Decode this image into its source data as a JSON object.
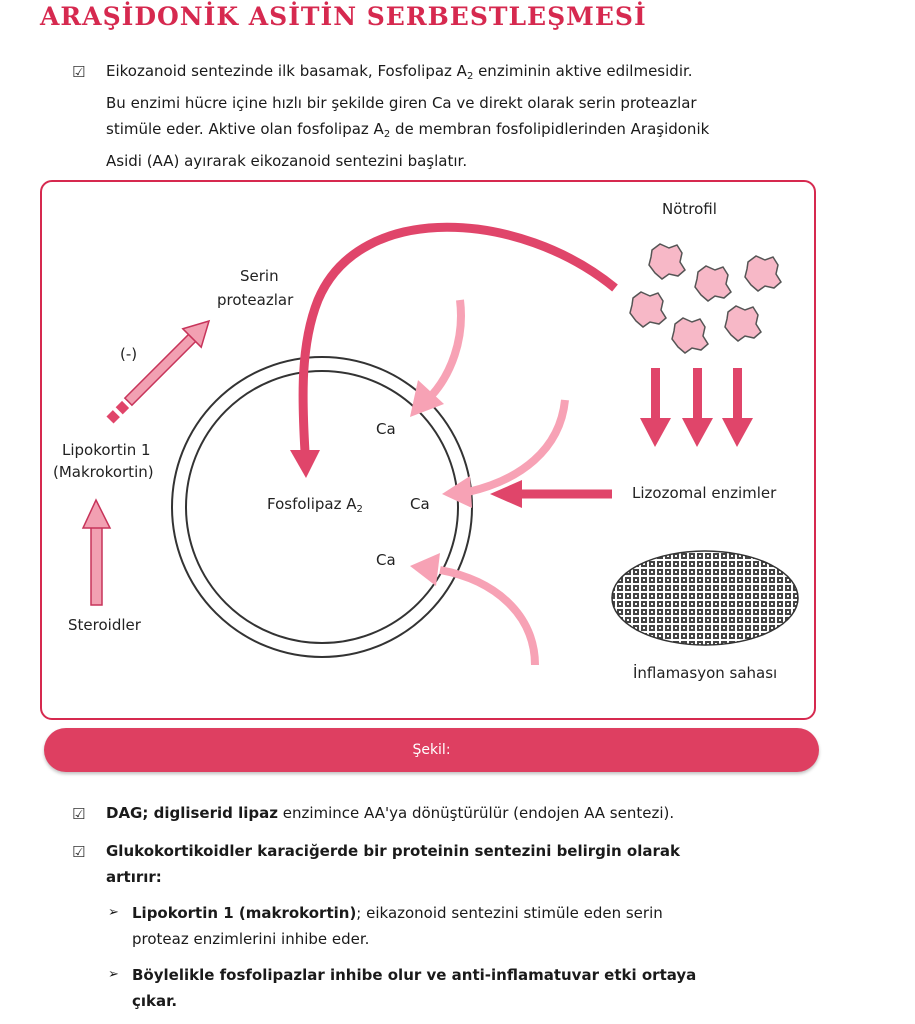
{
  "title": "ARAŞİDONİK ASİTİN SERBESTLEŞMESİ",
  "intro": {
    "line1_a": "Eikozanoid sentezinde ilk basamak, Fosfolipaz A",
    "line1_sub": "2",
    "line1_b": " enziminin aktive edilmesidir.",
    "line2": "Bu enzimi hücre içine hızlı bir şekilde giren Ca ve direkt olarak serin proteazlar",
    "line3_a": "stimüle eder. Aktive olan fosfolipaz A",
    "line3_sub": "2",
    "line3_b": " de membran fosfolipidlerinden Araşidonik",
    "line4": "Asidi (AA) ayırarak eikozanoid sentezini başlatır."
  },
  "diagram": {
    "notrofil": "Nötrofil",
    "serin_1": "Serin",
    "serin_2": "proteazlar",
    "inhibit": "(-)",
    "lipokortin_1": "Lipokortin 1",
    "lipokortin_2": "(Makrokortin)",
    "steroidler": "Steroidler",
    "ca_top": "Ca",
    "ca_mid": "Ca",
    "ca_bottom": "Ca",
    "fosfolipaz": "Fosfolipaz A",
    "fosfolipaz_sub": "2",
    "lizozomal": "Lizozomal enzimler",
    "inflamasyon": "İnflamasyon sahası"
  },
  "caption": "Şekil:",
  "bullets": {
    "b1_bold": "DAG; digliserid lipaz",
    "b1_rest": " enzimince AA'ya dönüştürülür (endojen AA sentezi).",
    "b1_prefix": "",
    "b2_line1": "Glukokortikoidler karaciğerde bir proteinin sentezini belirgin olarak",
    "b2_line2": "artırır:",
    "s1_bold": "Lipokortin 1 (makrokortin)",
    "s1_rest": "; eikazonoid sentezini stimüle eden serin",
    "s1_line2": "proteaz enzimlerini inhibe eder.",
    "s2_line1": "Böylelikle fosfolipazlar inhibe olur ve anti-inflamatuvar etki ortaya",
    "s2_line2": "çıkar."
  },
  "colors": {
    "accent": "#d6294f",
    "arrow_dark": "#e0456a",
    "arrow_light": "#f7a2b5",
    "cell_fill": "#f7b8c7"
  }
}
